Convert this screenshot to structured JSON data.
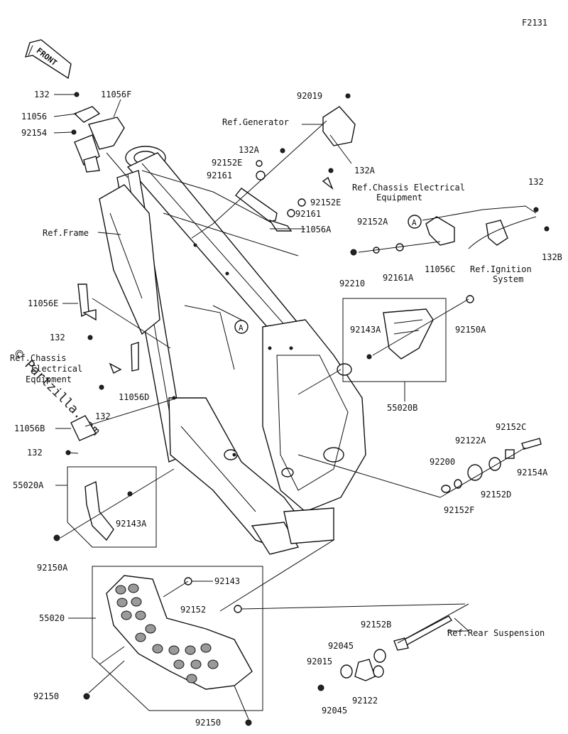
{
  "diagram_code": "F2131",
  "front_label": "FRONT",
  "watermark": "© Partzilla.com",
  "callout_letter": "A",
  "labels": {
    "p132_top": "132",
    "p11056F": "11056F",
    "p11056": "11056",
    "p92154": "92154",
    "p92019": "92019",
    "ref_generator": "Ref.Generator",
    "p132A_1": "132A",
    "p92152E_1": "92152E",
    "p92161_1": "92161",
    "p132A_2": "132A",
    "ref_chassis_1a": "Ref.Chassis Electrical",
    "ref_chassis_1b": "Equipment",
    "p92152E_2": "92152E",
    "p92161_2": "92161",
    "p11056A": "11056A",
    "ref_frame": "Ref.Frame",
    "p132_right": "132",
    "p92152A": "92152A",
    "p132B": "132B",
    "p92210": "92210",
    "p92161A": "92161A",
    "p11056C": "11056C",
    "ref_ignition_a": "Ref.Ignition",
    "ref_ignition_b": "System",
    "p11056E": "11056E",
    "p132_left1": "132",
    "ref_chassis_2a": "Ref.Chassis",
    "ref_chassis_2b": "Electrical",
    "ref_chassis_2c": "Equipment",
    "p11056D": "11056D",
    "p132_left2": "132",
    "p11056B": "11056B",
    "p132_left3": "132",
    "p92143A_1": "92143A",
    "p92150A_1": "92150A",
    "p55020B": "55020B",
    "p92152C": "92152C",
    "p92122A": "92122A",
    "p92200": "92200",
    "p92154A": "92154A",
    "p92152D": "92152D",
    "p92152F": "92152F",
    "p55020A": "55020A",
    "p92143A_2": "92143A",
    "p92150A_2": "92150A",
    "p92143": "92143",
    "p92152": "92152",
    "p55020": "55020",
    "ref_rear_susp": "Ref.Rear Suspension",
    "p92152B": "92152B",
    "p92045_1": "92045",
    "p92015": "92015",
    "p92122": "92122",
    "p92045_2": "92045",
    "p92150_1": "92150",
    "p92150_2": "92150"
  }
}
